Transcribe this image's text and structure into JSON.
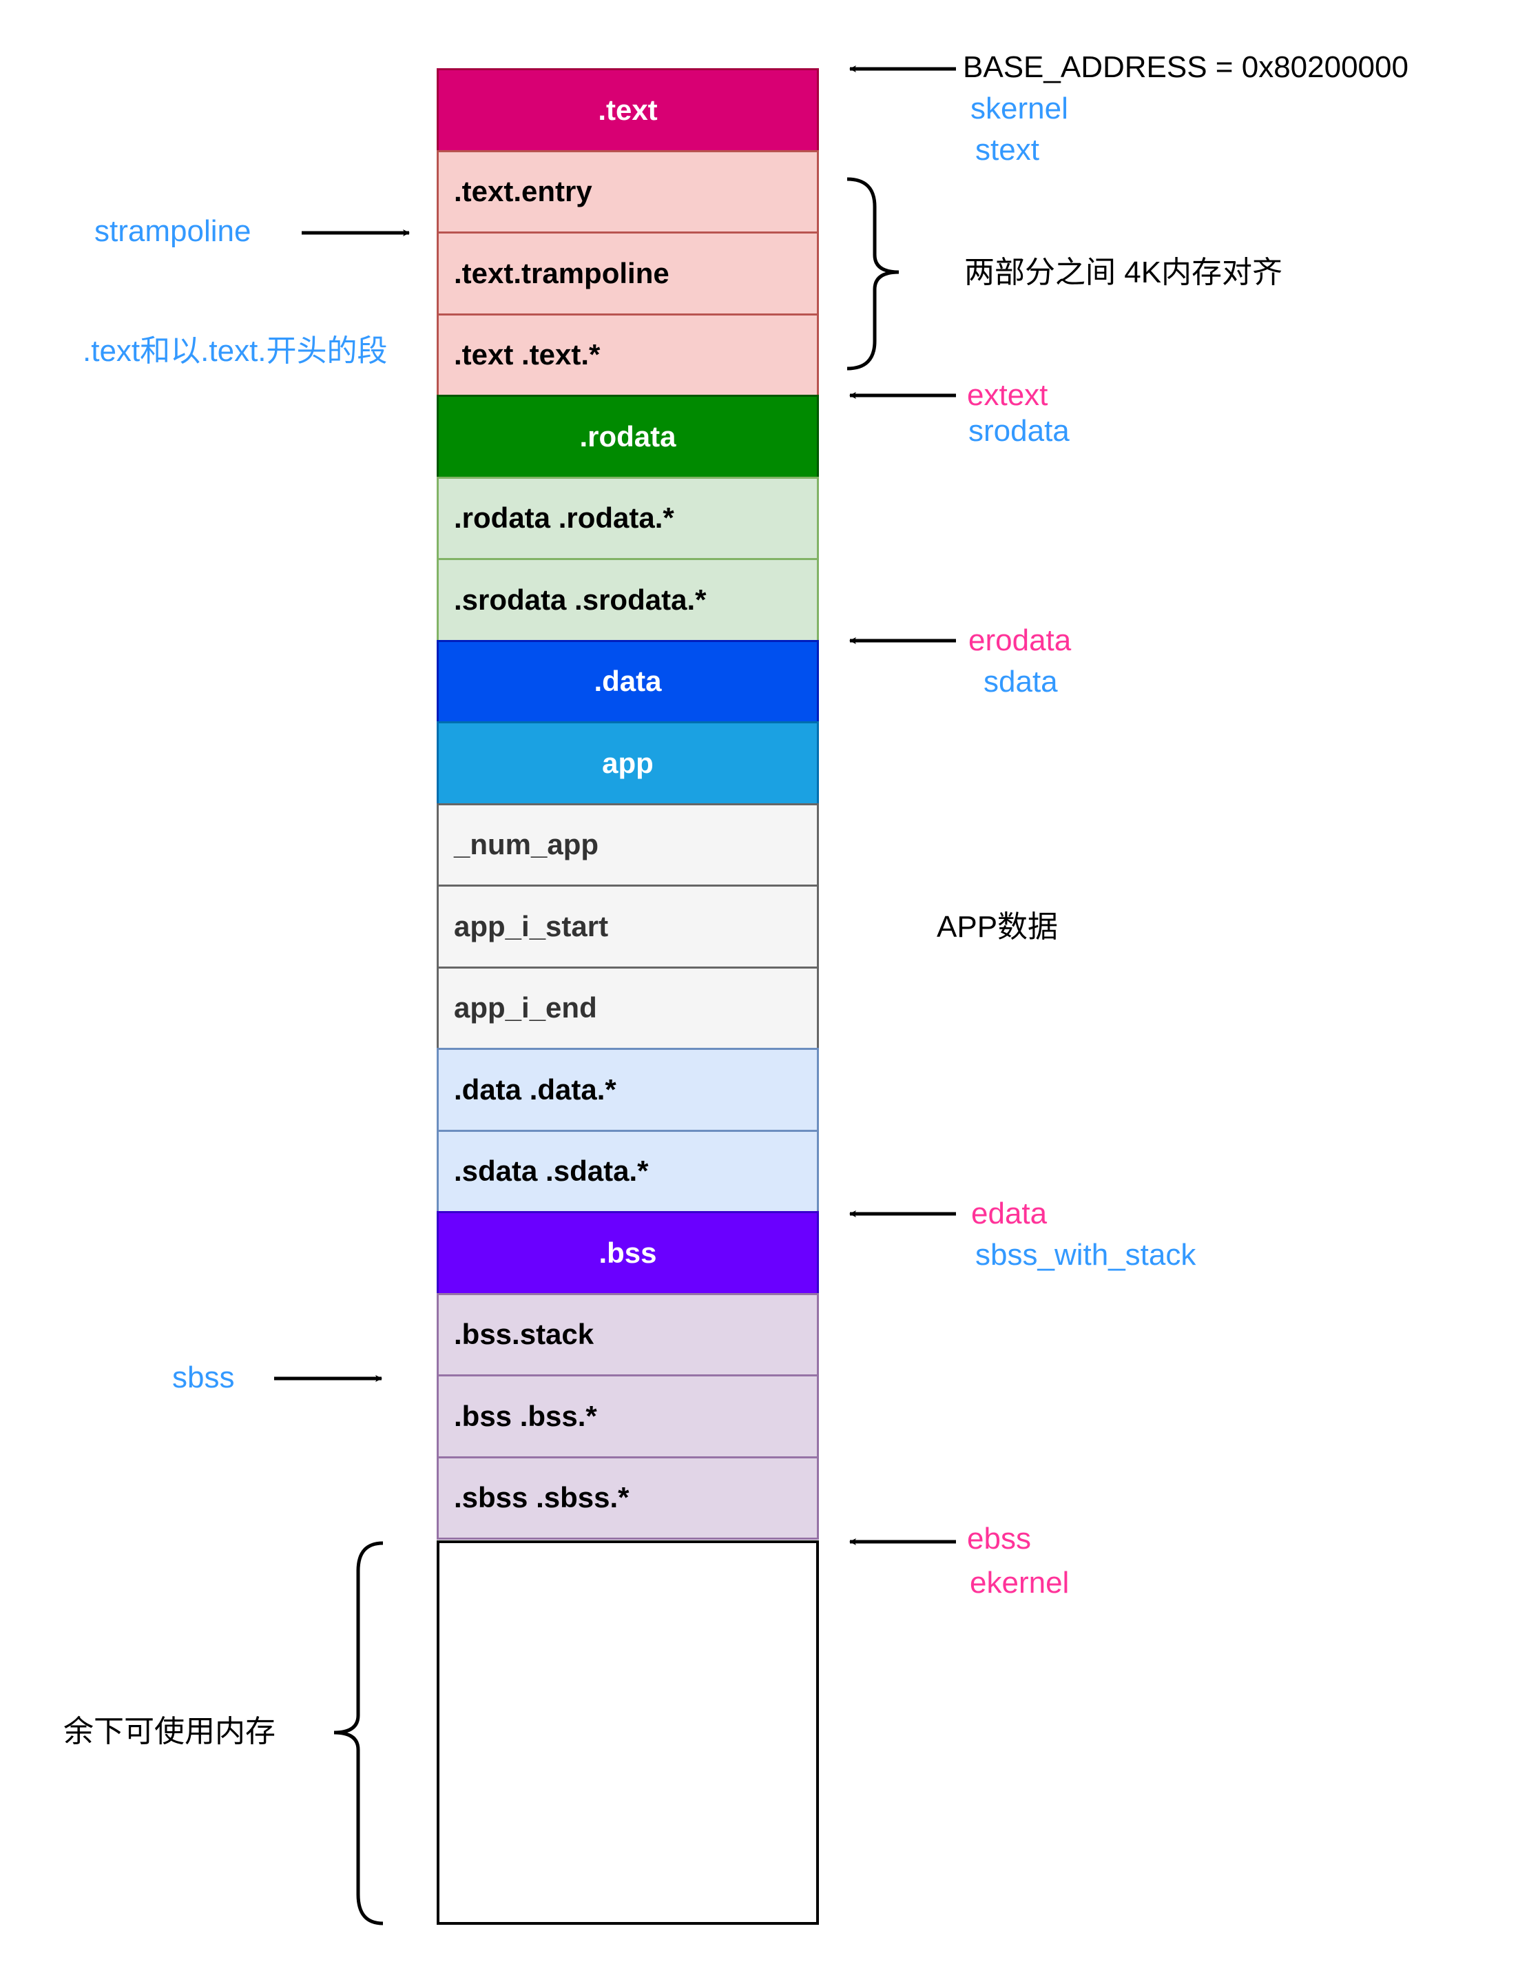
{
  "memory_layout": {
    "sections": [
      {
        "label": ".text",
        "kind": "head",
        "fill": "#d80073",
        "stroke": "#a50040"
      },
      {
        "label": ".text.entry",
        "kind": "sub",
        "fill": "#f8cecc",
        "stroke": "#b85450"
      },
      {
        "label": ".text.trampoline",
        "kind": "sub",
        "fill": "#f8cecc",
        "stroke": "#b85450"
      },
      {
        "label": ".text .text.*",
        "kind": "sub",
        "fill": "#f8cecc",
        "stroke": "#b85450"
      },
      {
        "label": ".rodata",
        "kind": "head",
        "fill": "#008a00",
        "stroke": "#005700"
      },
      {
        "label": ".rodata .rodata.*",
        "kind": "sub",
        "fill": "#d5e8d4",
        "stroke": "#82b366"
      },
      {
        "label": ".srodata .srodata.*",
        "kind": "sub",
        "fill": "#d5e8d4",
        "stroke": "#82b366"
      },
      {
        "label": ".data",
        "kind": "head",
        "fill": "#0050ef",
        "stroke": "#001dbc"
      },
      {
        "label": "app",
        "kind": "head",
        "fill": "#1ba1e2",
        "stroke": "#006eaf"
      },
      {
        "label": "_num_app",
        "kind": "sub",
        "fill": "#f5f5f5",
        "stroke": "#666666",
        "text_color": "#333333"
      },
      {
        "label": "app_i_start",
        "kind": "sub",
        "fill": "#f5f5f5",
        "stroke": "#666666",
        "text_color": "#333333"
      },
      {
        "label": "app_i_end",
        "kind": "sub",
        "fill": "#f5f5f5",
        "stroke": "#666666",
        "text_color": "#333333"
      },
      {
        "label": ".data .data.*",
        "kind": "sub",
        "fill": "#dae8fc",
        "stroke": "#6c8ebf"
      },
      {
        "label": ".sdata .sdata.*",
        "kind": "sub",
        "fill": "#dae8fc",
        "stroke": "#6c8ebf"
      },
      {
        "label": ".bss",
        "kind": "head",
        "fill": "#6a00ff",
        "stroke": "#3700cc"
      },
      {
        "label": ".bss.stack",
        "kind": "sub",
        "fill": "#e1d5e7",
        "stroke": "#9673a6"
      },
      {
        "label": ".bss .bss.*",
        "kind": "sub",
        "fill": "#e1d5e7",
        "stroke": "#9673a6"
      },
      {
        "label": ".sbss .sbss.*",
        "kind": "sub",
        "fill": "#e1d5e7",
        "stroke": "#9673a6"
      }
    ]
  },
  "right_annotations": {
    "base_address": "BASE_ADDRESS = 0x80200000",
    "skernel": "skernel",
    "stext": "stext",
    "alignment_note": "两部分之间 4K内存对齐",
    "extext": "extext",
    "srodata": "srodata",
    "erodata": "erodata",
    "sdata": "sdata",
    "app_data": "APP数据",
    "edata": "edata",
    "sbss_with_stack": "sbss_with_stack",
    "ebss": "ebss",
    "ekernel": "ekernel"
  },
  "left_annotations": {
    "strampoline": "strampoline",
    "text_segments": ".text和以.text.开头的段",
    "sbss": "sbss",
    "remaining_memory": "余下可使用内存"
  },
  "colors": {
    "start_symbol": "#3399ff",
    "end_symbol": "#ff3399"
  }
}
